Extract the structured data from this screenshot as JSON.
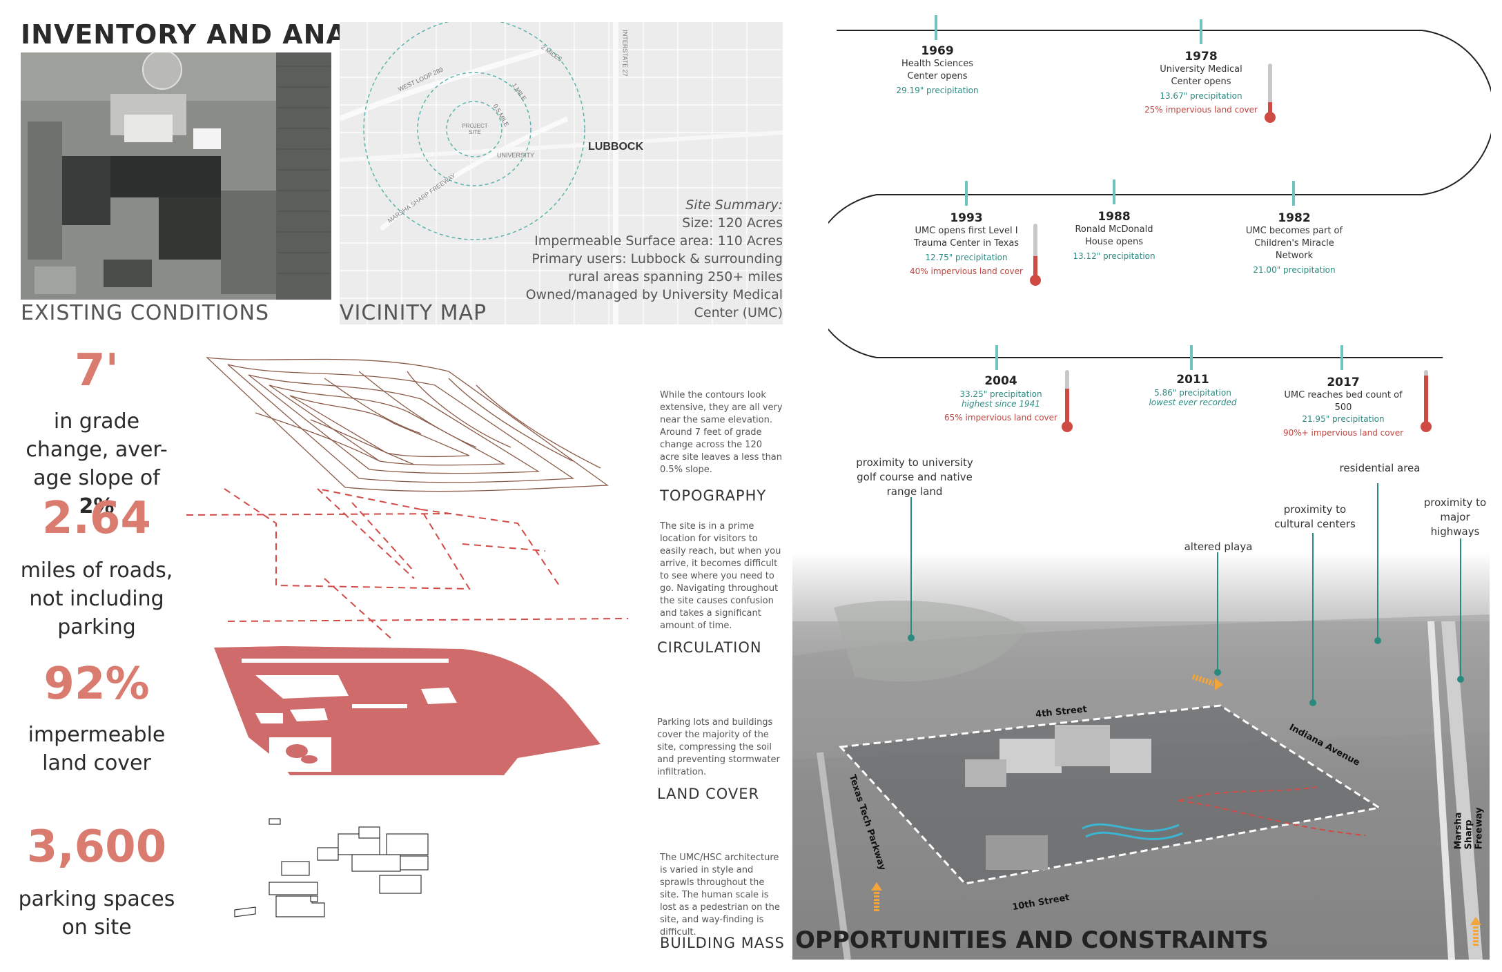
{
  "inventory": {
    "title": "INVENTORY AND ANALYSIS",
    "existing_caption": "EXISTING CONDITIONS",
    "vicinity_caption": "VICINITY MAP"
  },
  "vicinity_map": {
    "city": "LUBBOCK",
    "project_site": "PROJECT SITE",
    "rings": [
      "2 MILES",
      "1 MILE",
      "0.5 MILE"
    ],
    "roads": [
      "WEST LOOP 289",
      "INTERSTATE 27",
      "MARSHA SHARP FREEWAY",
      "UNIVERSITY"
    ]
  },
  "site_summary": {
    "heading": "Site Summary:",
    "lines": [
      "Size: 120 Acres",
      "Impermeable Surface area: 110 Acres",
      "Primary users: Lubbock & surrounding",
      "rural areas spanning 250+ miles",
      "Owned/managed by University Medical",
      "Center (UMC)"
    ]
  },
  "stats": [
    {
      "value": "7'",
      "lines": [
        "in grade",
        "change, aver-"
      ],
      "last_prefix": "age slope of ",
      "last_value": "2%"
    },
    {
      "value": "2.64",
      "lines": [
        "miles of roads,",
        "not including",
        "parking"
      ]
    },
    {
      "value": "92%",
      "lines": [
        "impermeable",
        "land cover"
      ]
    },
    {
      "value": "3,600",
      "lines": [
        "parking spaces",
        "on site"
      ]
    }
  ],
  "layers": [
    {
      "name": "TOPOGRAPHY",
      "text": "While the contours look extensive, they are all very near the same elevation. Around 7 feet of grade change across the 120 acre site leaves a less than 0.5% slope."
    },
    {
      "name": "CIRCULATION",
      "text": "The site is in a prime location for visitors to easily reach, but when you arrive, it becomes difficult to see where you need to go. Navigating throughout the site causes confusion and takes a significant amount of time."
    },
    {
      "name": "LAND COVER",
      "text": "Parking lots and buildings cover the majority of the site, compressing the soil and preventing stormwater infiltration."
    },
    {
      "name": "BUILDING MASS",
      "text": "The UMC/HSC architecture is varied in style and sprawls throughout the site. The human scale is lost as a pedestrian on the site, and way-finding is difficult."
    }
  ],
  "timeline": [
    {
      "year": "1969",
      "desc": [
        "Health Sciences",
        "Center opens"
      ],
      "precip": "29.19\" precipitation",
      "note": "",
      "impervious": ""
    },
    {
      "year": "1978",
      "desc": [
        "University Medical",
        "Center opens"
      ],
      "precip": "13.67\" precipitation",
      "note": "",
      "impervious": "25% impervious land cover",
      "impervious_level": 0.25
    },
    {
      "year": "1982",
      "desc": [
        "UMC becomes part of",
        "Children's Miracle Network"
      ],
      "precip": "21.00\" precipitation",
      "note": "",
      "impervious": ""
    },
    {
      "year": "1988",
      "desc": [
        "Ronald McDonald",
        "House opens"
      ],
      "precip": "13.12\" precipitation",
      "note": "",
      "impervious": ""
    },
    {
      "year": "1993",
      "desc": [
        "UMC opens first Level I",
        "Trauma Center in Texas"
      ],
      "precip": "12.75\" precipitation",
      "note": "",
      "impervious": "40% impervious land cover",
      "impervious_level": 0.4
    },
    {
      "year": "2004",
      "desc": [],
      "precip": "33.25\" precipitation",
      "note": "highest since 1941",
      "impervious": "65% impervious land cover",
      "impervious_level": 0.65
    },
    {
      "year": "2011",
      "desc": [],
      "precip": "5.86\" precipitation",
      "note": "lowest ever recorded",
      "impervious": ""
    },
    {
      "year": "2017",
      "desc": [
        "UMC reaches bed count of 500"
      ],
      "precip": "21.95\" precipitation",
      "note": "",
      "impervious": "90%+ impervious land cover",
      "impervious_level": 0.9
    }
  ],
  "opportunities": {
    "title": "OPPORTUNITIES AND CONSTRAINTS",
    "annotations": [
      "proximity to university golf course and native range land",
      "altered playa",
      "proximity to cultural centers",
      "residential area",
      "proximity to major highways"
    ],
    "streets": [
      "4th Street",
      "Indiana Avenue",
      "Texas Tech Parkway",
      "10th Street",
      "Marsha Sharp Freeway"
    ]
  },
  "colors": {
    "accent_red": "#d97c6f",
    "land_cover": "#cf6b6b",
    "teal": "#6dc5bd",
    "thermo_red": "#d04a44"
  }
}
